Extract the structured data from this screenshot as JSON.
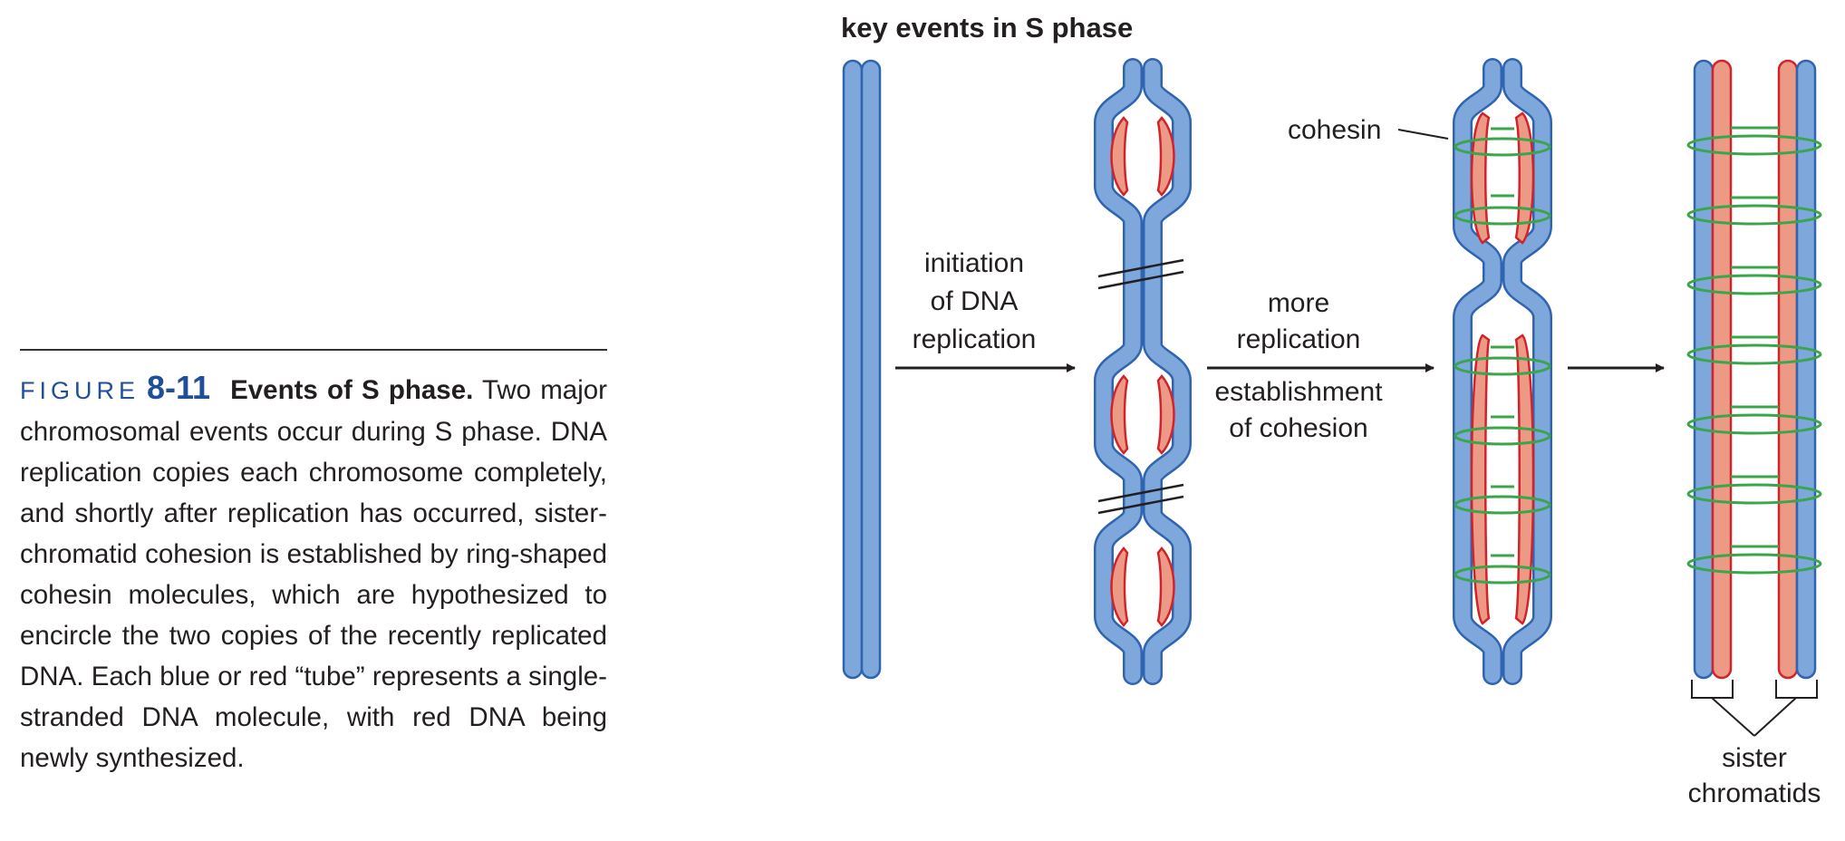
{
  "caption": {
    "figure_word": "FIGURE",
    "figure_number": "8-11",
    "title": "Events of S phase.",
    "body": "Two major chromosomal events occur during S phase. DNA replication copies each chromosome completely, and shortly after replication has occurred, sister-chromatid cohesion is established by ring-shaped cohesin molecules, which are hypothesized to encircle the two copies of the recently replicated DNA. Each blue or red “tube” represents a single-stranded DNA molecule, with red DNA being newly synthesized."
  },
  "diagram": {
    "heading": "key events in S phase",
    "step1_label": [
      "initiation",
      "of DNA",
      "replication"
    ],
    "step2_label_top": [
      "more",
      "replication"
    ],
    "step2_label_bottom": [
      "establishment",
      "of cohesion"
    ],
    "cohesin_label": "cohesin",
    "sister_label": [
      "sister",
      "chromatids"
    ]
  },
  "colors": {
    "original_dna": "#7ea7dc",
    "original_dna_outline": "#2f64b0",
    "new_dna": "#ec9a85",
    "new_dna_outline": "#d2232a",
    "cohesin": "#3aa54a",
    "figure_label": "#1f4f9a"
  }
}
